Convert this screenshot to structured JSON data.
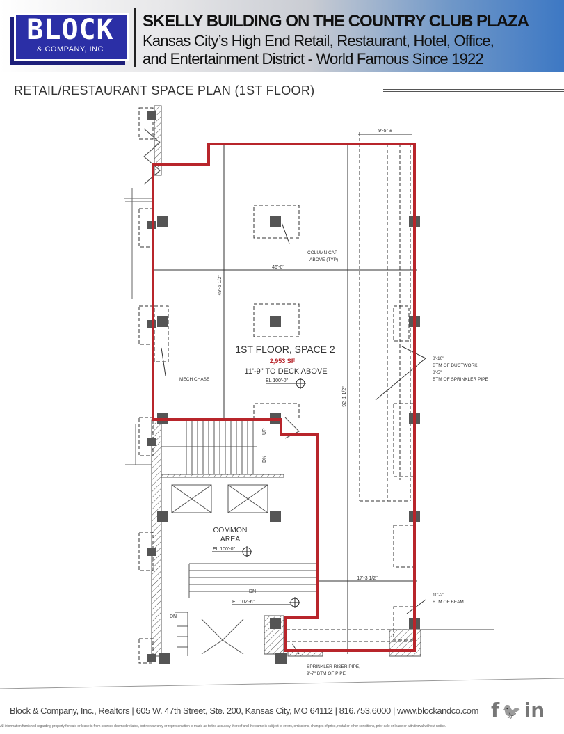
{
  "header": {
    "logo_name": "BLOCK",
    "logo_sub": "& COMPANY, INC",
    "title": "SKELLY BUILDING ON THE COUNTRY CLUB PLAZA",
    "subtitle_line1": "Kansas City’s High End Retail, Restaurant, Hotel, Office,",
    "subtitle_line2": "and Entertainment District - World Famous Since 1922",
    "brand_color": "#2b2fa6"
  },
  "section_title": "RETAIL/RESTAURANT SPACE PLAN (1ST FLOOR)",
  "plan": {
    "space_name": "1ST FLOOR, SPACE 2",
    "area": "2,953 SF",
    "ceiling": "11'-9\" TO DECK ABOVE",
    "outline_color": "#b8252b",
    "labels": {
      "column_cap_1": "COLUMN CAP",
      "column_cap_2": "ABOVE (TYP)",
      "dim_width": "46'-0\"",
      "dim_depth": "49'-6 1/2\"",
      "dim_top": "9'-5\" ±",
      "dim_long": "92'-1 1/2\"",
      "dim_bottom": "17'-3 1/2\"",
      "el_space": "EL 100'-0\"",
      "mech_chase": "MECH CHASE",
      "duct_1": "8'-10\"",
      "duct_2": "BTM OF DUCTWORK,",
      "duct_3": "8'-5\"",
      "duct_4": "BTM OF SPRINKLER PIPE",
      "up": "UP",
      "dn_1": "DN",
      "common_1": "COMMON",
      "common_2": "AREA",
      "el_common": "EL 100'-0\"",
      "dn_2": "DN",
      "el_lower": "EL 102'-6\"",
      "dn_3": "DN",
      "beam_1": "10'-2\"",
      "beam_2": "BTM OF BEAM",
      "riser_1": "SPRINKLER RISER PIPE,",
      "riser_2": "9'-7\" BTM OF PIPE"
    }
  },
  "footer": {
    "address": "Block & Company, Inc., Realtors | 605 W. 47th Street, Ste. 200, Kansas City, MO 64112 | 816.753.6000 | www.blockandco.com",
    "social": [
      "facebook-icon",
      "twitter-icon",
      "linkedin-icon"
    ],
    "social_glyphs": {
      "facebook": "f",
      "twitter": "🐦",
      "linkedin": "in"
    },
    "disclaimer": "All information furnished regarding property for sale or lease is from sources deemed reliable, but no warranty or representation is made as to the accuracy thereof and the same is subject to errors, omissions, changes of price, rental or other conditions, prior sale or lease or withdrawal without notice."
  }
}
